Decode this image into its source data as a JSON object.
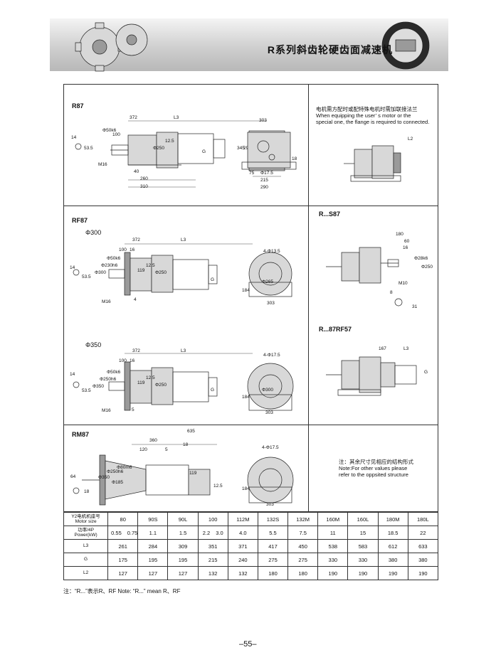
{
  "header": {
    "title": "R系列斜齿轮硬齿面减速机"
  },
  "sections": {
    "r87": {
      "label": "R87"
    },
    "rf87": {
      "label": "RF87",
      "phi300": "Φ300",
      "phi350": "Φ350"
    },
    "rm87": {
      "label": "RM87"
    },
    "rs87": {
      "label": "R...S87"
    },
    "r87rf57": {
      "label": "R...87RF57"
    }
  },
  "notes": {
    "flange_cn": "电机需方配时或配特殊电机时需加联接法兰",
    "flange_en1": "When equipping the user’ s motor or the",
    "flange_en2": "special one, the flange is required to connected.",
    "other_cn": "注：其余尺寸见相应的结构形式",
    "other_en1": "Note:For other values please",
    "other_en2": "refer to the oppsited structure"
  },
  "dims": {
    "r87": [
      "372",
      "L3",
      "100",
      "Φ50k6",
      "14",
      "53.5",
      "M16",
      "40",
      "260",
      "310",
      "Φ250",
      "12.5",
      "G",
      "303",
      "345",
      "297",
      "45",
      "18",
      "75",
      "Φ17.5",
      "215",
      "290"
    ],
    "rf87_300": [
      "372",
      "L3",
      "100",
      "16",
      "Φ300",
      "Φ230h6",
      "Φ50k6",
      "14",
      "53.5",
      "M16",
      "4",
      "119",
      "12.5",
      "Φ250",
      "G",
      "4-Φ13.5",
      "Φ265",
      "184",
      "303"
    ],
    "rf87_350": [
      "372",
      "L3",
      "100",
      "16",
      "Φ350",
      "Φ250h6",
      "Φ50k6",
      "14",
      "53.5",
      "M16",
      "5",
      "119",
      "12.5",
      "Φ250",
      "G",
      "4-Φ17.5",
      "Φ300",
      "184",
      "303"
    ],
    "rm87": [
      "635",
      "360",
      "120",
      "5",
      "18",
      "Φ350",
      "Φ250h6",
      "Φ80m6",
      "Φ185",
      "64",
      "18",
      "119",
      "12.5",
      "4-Φ17.5",
      "184",
      "303"
    ],
    "rs87": [
      "L2",
      "180",
      "60",
      "16",
      "Φ28k6",
      "Φ250",
      "M10",
      "8",
      "31"
    ],
    "r87rf57": [
      "167",
      "L3",
      "G"
    ]
  },
  "table": {
    "row_headers": [
      [
        "Y2电机机座号",
        "Motor size"
      ],
      [
        "功率/4P",
        "Power(kW)"
      ],
      [
        "L3"
      ],
      [
        "G"
      ],
      [
        "L2"
      ]
    ],
    "motor_size": [
      "80",
      "90S",
      "90L",
      "100",
      "112M",
      "132S",
      "132M",
      "160M",
      "160L",
      "180M",
      "180L"
    ],
    "power": [
      [
        "0.55",
        "0.75"
      ],
      [
        "1.1"
      ],
      [
        "1.5"
      ],
      [
        "2.2",
        "3.0"
      ],
      [
        "4.0"
      ],
      [
        "5.5"
      ],
      [
        "7.5"
      ],
      [
        "11"
      ],
      [
        "15"
      ],
      [
        "18.5"
      ],
      [
        "22"
      ]
    ],
    "L3": [
      "261",
      "284",
      "309",
      "351",
      "371",
      "417",
      "450",
      "538",
      "583",
      "612",
      "633"
    ],
    "G": [
      "175",
      "195",
      "195",
      "215",
      "240",
      "275",
      "275",
      "330",
      "330",
      "380",
      "380"
    ],
    "L2": [
      "127",
      "127",
      "127",
      "132",
      "132",
      "180",
      "180",
      "190",
      "190",
      "190",
      "190"
    ]
  },
  "footnote": "注：“R...”表示R、RF     Note: “R...” mean R、RF",
  "page_number": "–55–"
}
